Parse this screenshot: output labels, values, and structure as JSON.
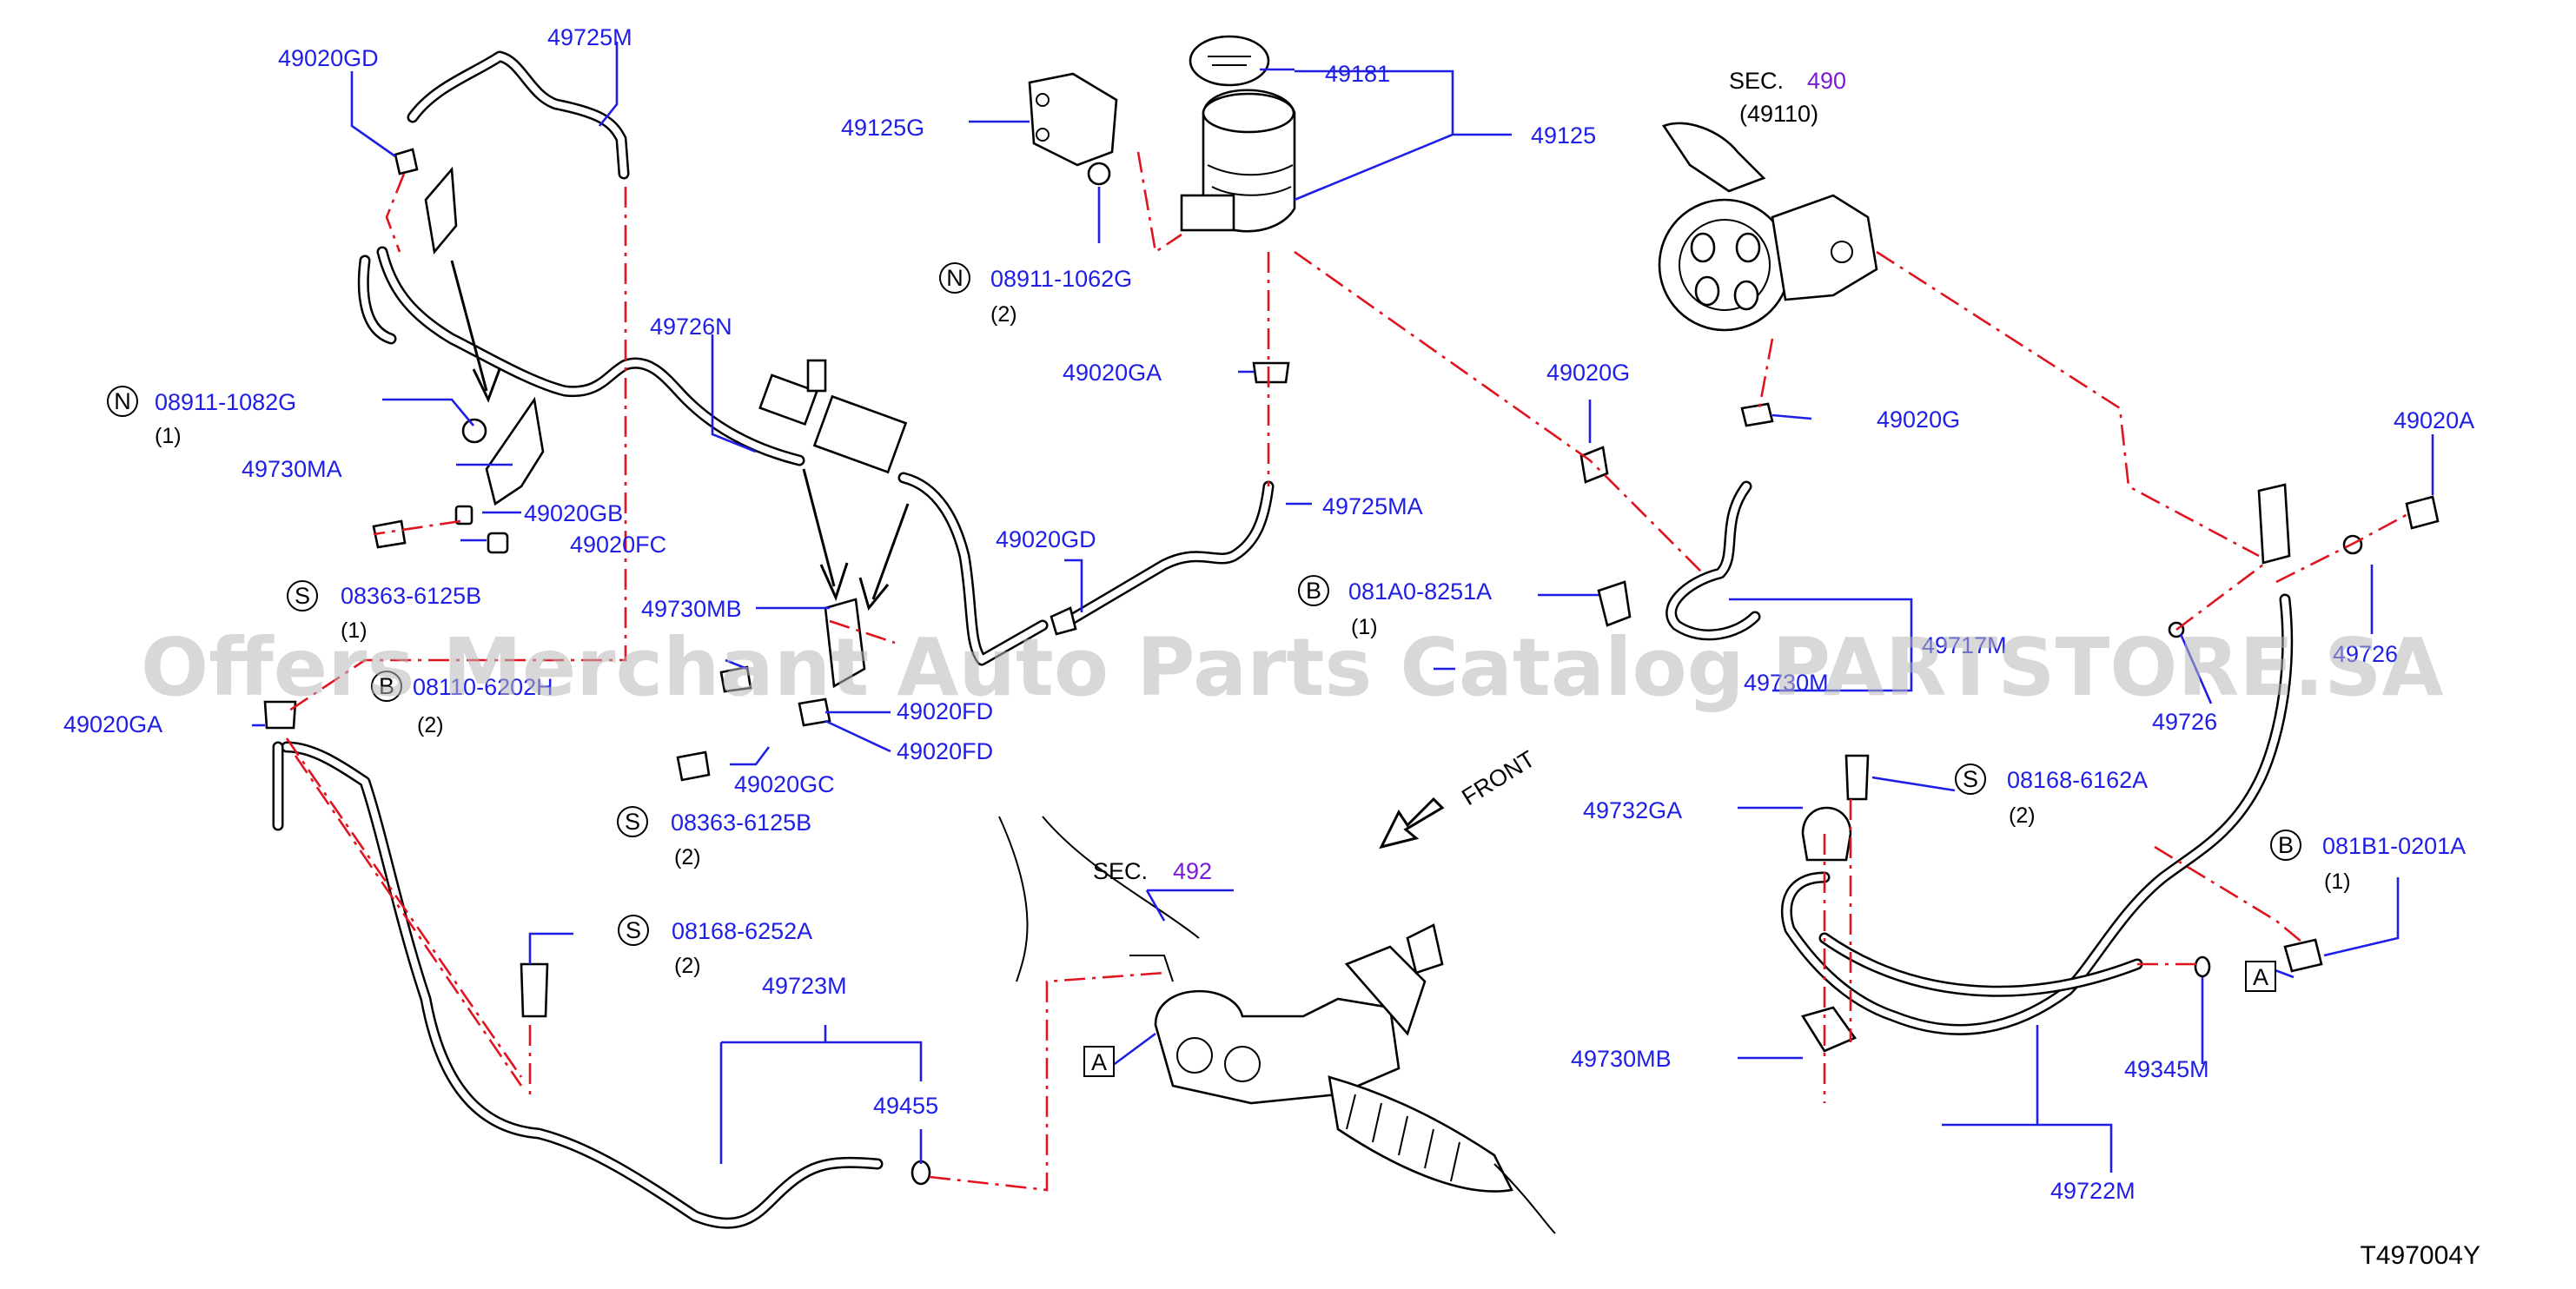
{
  "parts": {
    "p49020GD_top": "49020GD",
    "p49725M": "49725M",
    "p49726N": "49726N",
    "n08911_1082G": "08911-1082G",
    "n08911_1082G_qty": "(1)",
    "p49730MA": "49730MA",
    "p49020GB": "49020GB",
    "p49020FC": "49020FC",
    "s08363_6125B_left": "08363-6125B",
    "s08363_6125B_left_qty": "(1)",
    "p49730MB_upper": "49730MB",
    "b08110_6202H": "08110-6202H",
    "b08110_6202H_qty": "(2)",
    "p49020GA_left": "49020GA",
    "p49020FD_a": "49020FD",
    "p49020FD_b": "49020FD",
    "p49020GC": "49020GC",
    "s08363_6125B_mid": "08363-6125B",
    "s08363_6125B_mid_qty": "(2)",
    "s08168_6252A": "08168-6252A",
    "s08168_6252A_qty": "(2)",
    "p49723M": "49723M",
    "p49455": "49455",
    "p49125G": "49125G",
    "n08911_1062G": "08911-1062G",
    "n08911_1062G_qty": "(2)",
    "p49181": "49181",
    "p49125": "49125",
    "p49020GA_mid": "49020GA",
    "p49725MA": "49725MA",
    "p49020GD_mid": "49020GD",
    "b081A0_8251A": "081A0-8251A",
    "b081A0_8251A_qty": "(1)",
    "sec490_prefix": "SEC.",
    "sec490_num": "490",
    "sec490_sub": "(49110)",
    "p49020G_a": "49020G",
    "p49020G_b": "49020G",
    "p49717M": "49717M",
    "p49730M": "49730M",
    "p49020A": "49020A",
    "p49726": "49726",
    "p49726_right": "49726",
    "p49732GA": "49732GA",
    "s08168_6162A": "08168-6162A",
    "s08168_6162A_qty": "(2)",
    "b081B1_0201A": "081B1-0201A",
    "b081B1_0201A_qty": "(1)",
    "p49730MB_lower": "49730MB",
    "p49345M": "49345M",
    "p49722M": "49722M",
    "sec492_prefix": "SEC.",
    "sec492_num": "492"
  },
  "symbols": {
    "N": "N",
    "S": "S",
    "B": "B",
    "A": "A"
  },
  "front_label": "FRONT",
  "diagram_code": "T497004Y",
  "watermark": "Offers Merchant Auto Parts Catalog PARTSTORE.SA",
  "colors": {
    "label_blue": "#1e1ee6",
    "section_purple": "#7a1ad6",
    "dash_red": "#e0141e",
    "watermark_gray": "#b8b8b8"
  }
}
